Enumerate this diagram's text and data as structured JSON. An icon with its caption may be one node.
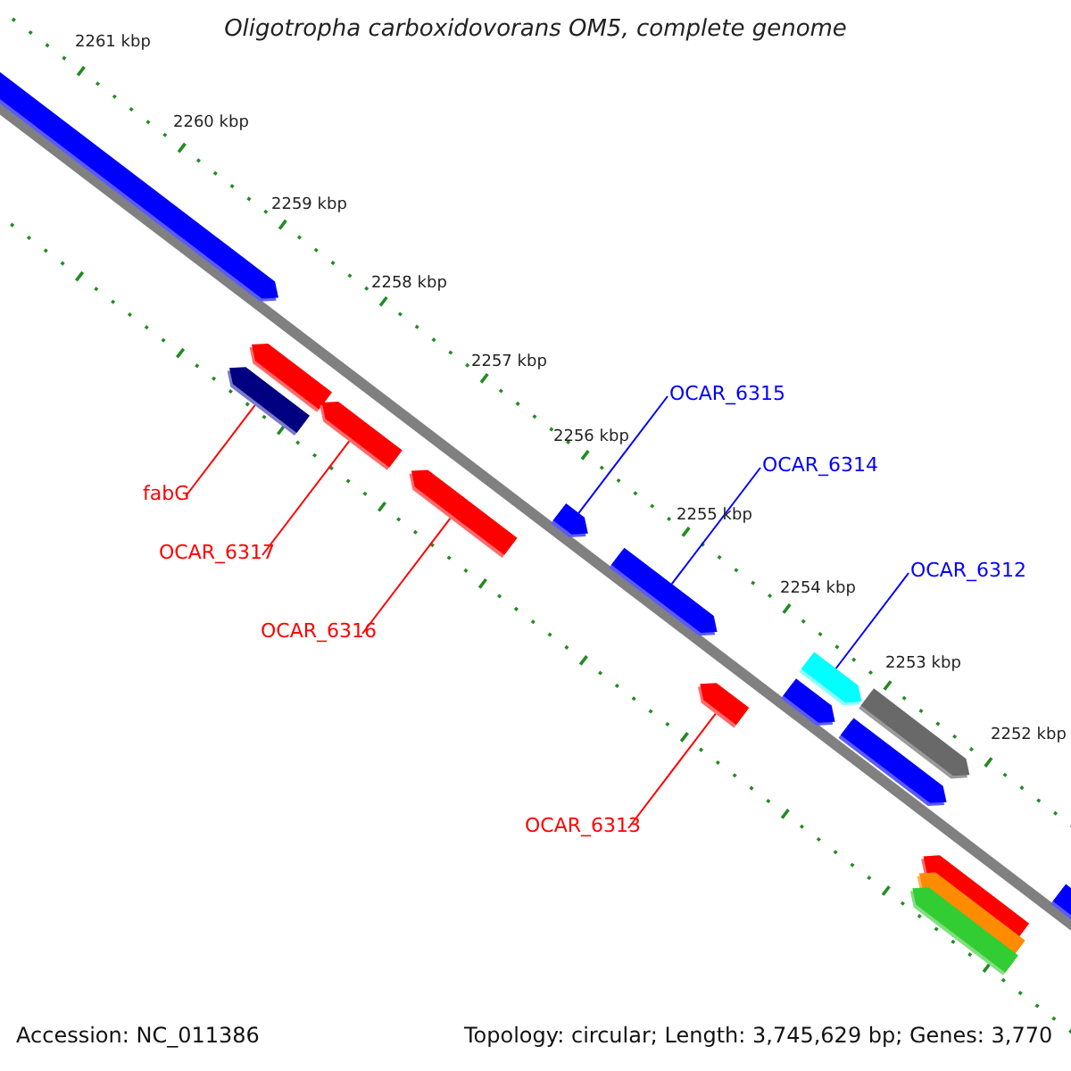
{
  "diagram": {
    "title": "Oligotropha carboxidovorans OM5, complete genome",
    "nodes": [
      {
        "text": [
          "OCAR_6315"
        ]
      },
      {
        "text": [
          "OCAR_6314"
        ]
      },
      {
        "text": [
          "fabG"
        ]
      },
      {
        "text": [
          "OCAR_6317"
        ]
      },
      {
        "text": [
          "OCAR_6312"
        ]
      },
      {
        "text": [
          "OCAR_6316"
        ]
      },
      {
        "text": [
          "OCAR_6313"
        ]
      },
      {
        "text": [],
        "shape": "bar"
      },
      {
        "text": [],
        "shape": "bar"
      },
      {
        "text": [],
        "shape": "bar"
      },
      {
        "text": [],
        "shape": "bar"
      },
      {
        "text": [],
        "shape": "bar"
      },
      {
        "text": [],
        "shape": "bar"
      },
      {
        "text": [],
        "shape": "bar"
      },
      {
        "text": [],
        "shape": "bar"
      },
      {
        "text": [],
        "shape": "bar"
      },
      {
        "text": [],
        "shape": "bar"
      },
      {
        "text": [],
        "shape": "bar"
      },
      {
        "text": [],
        "shape": "bar"
      },
      {
        "text": [],
        "shape": "bar"
      },
      {
        "text": [],
        "shape": "bar"
      },
      {
        "text": [],
        "shape": "bar"
      },
      {
        "text": [],
        "shape": "bar"
      }
    ],
    "edges": [
      {
        "from": 0,
        "to": 12,
        "arrow": "none",
        "color": "#0000ff"
      },
      {
        "from": 1,
        "to": 13,
        "arrow": "none",
        "color": "#0000ff"
      },
      {
        "from": 2,
        "to": 8,
        "arrow": "none"
      },
      {
        "from": 3,
        "to": 10,
        "arrow": "none"
      },
      {
        "from": 4,
        "to": 16,
        "arrow": "none",
        "color": "#0000ff"
      },
      {
        "from": 5,
        "to": 11,
        "arrow": "none"
      },
      {
        "from": 6,
        "to": 14,
        "arrow": "none"
      }
    ],
    "labels": [
      "2261 kbp",
      "2260 kbp",
      "2259 kbp",
      "2258 kbp",
      "2257 kbp",
      "2256 kbp",
      "2255 kbp",
      "2254 kbp",
      "2253 kbp",
      "2252 kbp",
      "Accession: NC_011386",
      "Topology: circular; Length: 3,745,629 bp; Genes: 3,770"
    ]
  }
}
